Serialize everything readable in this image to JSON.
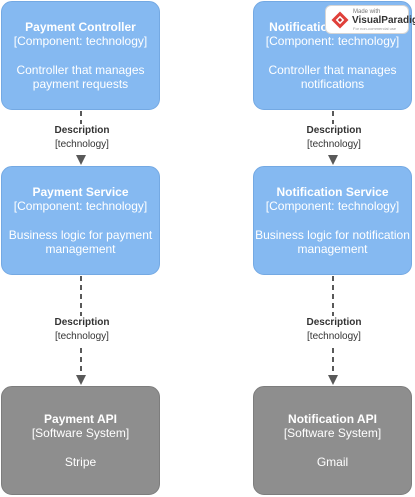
{
  "boxes": {
    "payment_controller": {
      "title": "Payment Controller",
      "type": "[Component: technology]",
      "desc1": "Controller that manages",
      "desc2": "payment requests"
    },
    "notification_controller": {
      "title": "Notification Controller",
      "type": "[Component: technology]",
      "desc1": "Controller that manages",
      "desc2": "notifications"
    },
    "payment_service": {
      "title": "Payment Service",
      "type": "[Component: technology]",
      "desc1": "Business logic for payment",
      "desc2": "management"
    },
    "notification_service": {
      "title": "Notification Service",
      "type": "[Component: technology]",
      "desc1": "Business logic for notification",
      "desc2": "management"
    },
    "payment_api": {
      "title": "Payment API",
      "type": "[Software System]",
      "desc1": "Stripe"
    },
    "notification_api": {
      "title": "Notification API",
      "type": "[Software System]",
      "desc1": "Gmail"
    }
  },
  "edges": {
    "e1": {
      "label": "Description",
      "tech": "[technology]"
    },
    "e2": {
      "label": "Description",
      "tech": "[technology]"
    },
    "e3": {
      "label": "Description",
      "tech": "[technology]"
    },
    "e4": {
      "label": "Description",
      "tech": "[technology]"
    }
  },
  "badge": {
    "made_with": "Made with",
    "brand": "VisualParadigm",
    "tagline": "For non-commercial use"
  },
  "colors": {
    "component": "#85b9f1",
    "software_system": "#8e8e8e",
    "edge": "#595959"
  }
}
